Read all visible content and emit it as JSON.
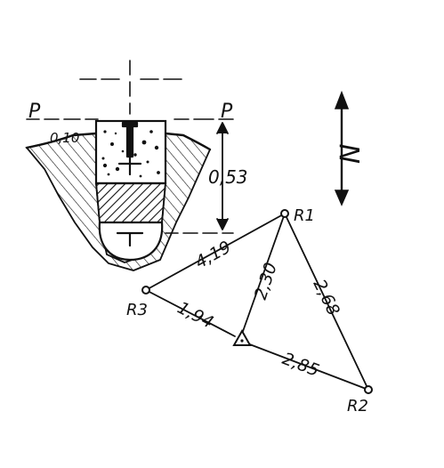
{
  "section": {
    "plane_label_left": "P",
    "plane_label_right": "P",
    "top_offset": "0,10",
    "depth": "0,53"
  },
  "north": {
    "label": "N"
  },
  "points": {
    "r1": "R1",
    "r2": "R2",
    "r3": "R3"
  },
  "distances": {
    "r1_r3": "4,19",
    "r1_station": "2,30",
    "r1_r2": "2,68",
    "r3_station": "1,94",
    "station_r2": "2,85"
  },
  "colors": {
    "ink": "#111111",
    "paper": "#ffffff"
  }
}
